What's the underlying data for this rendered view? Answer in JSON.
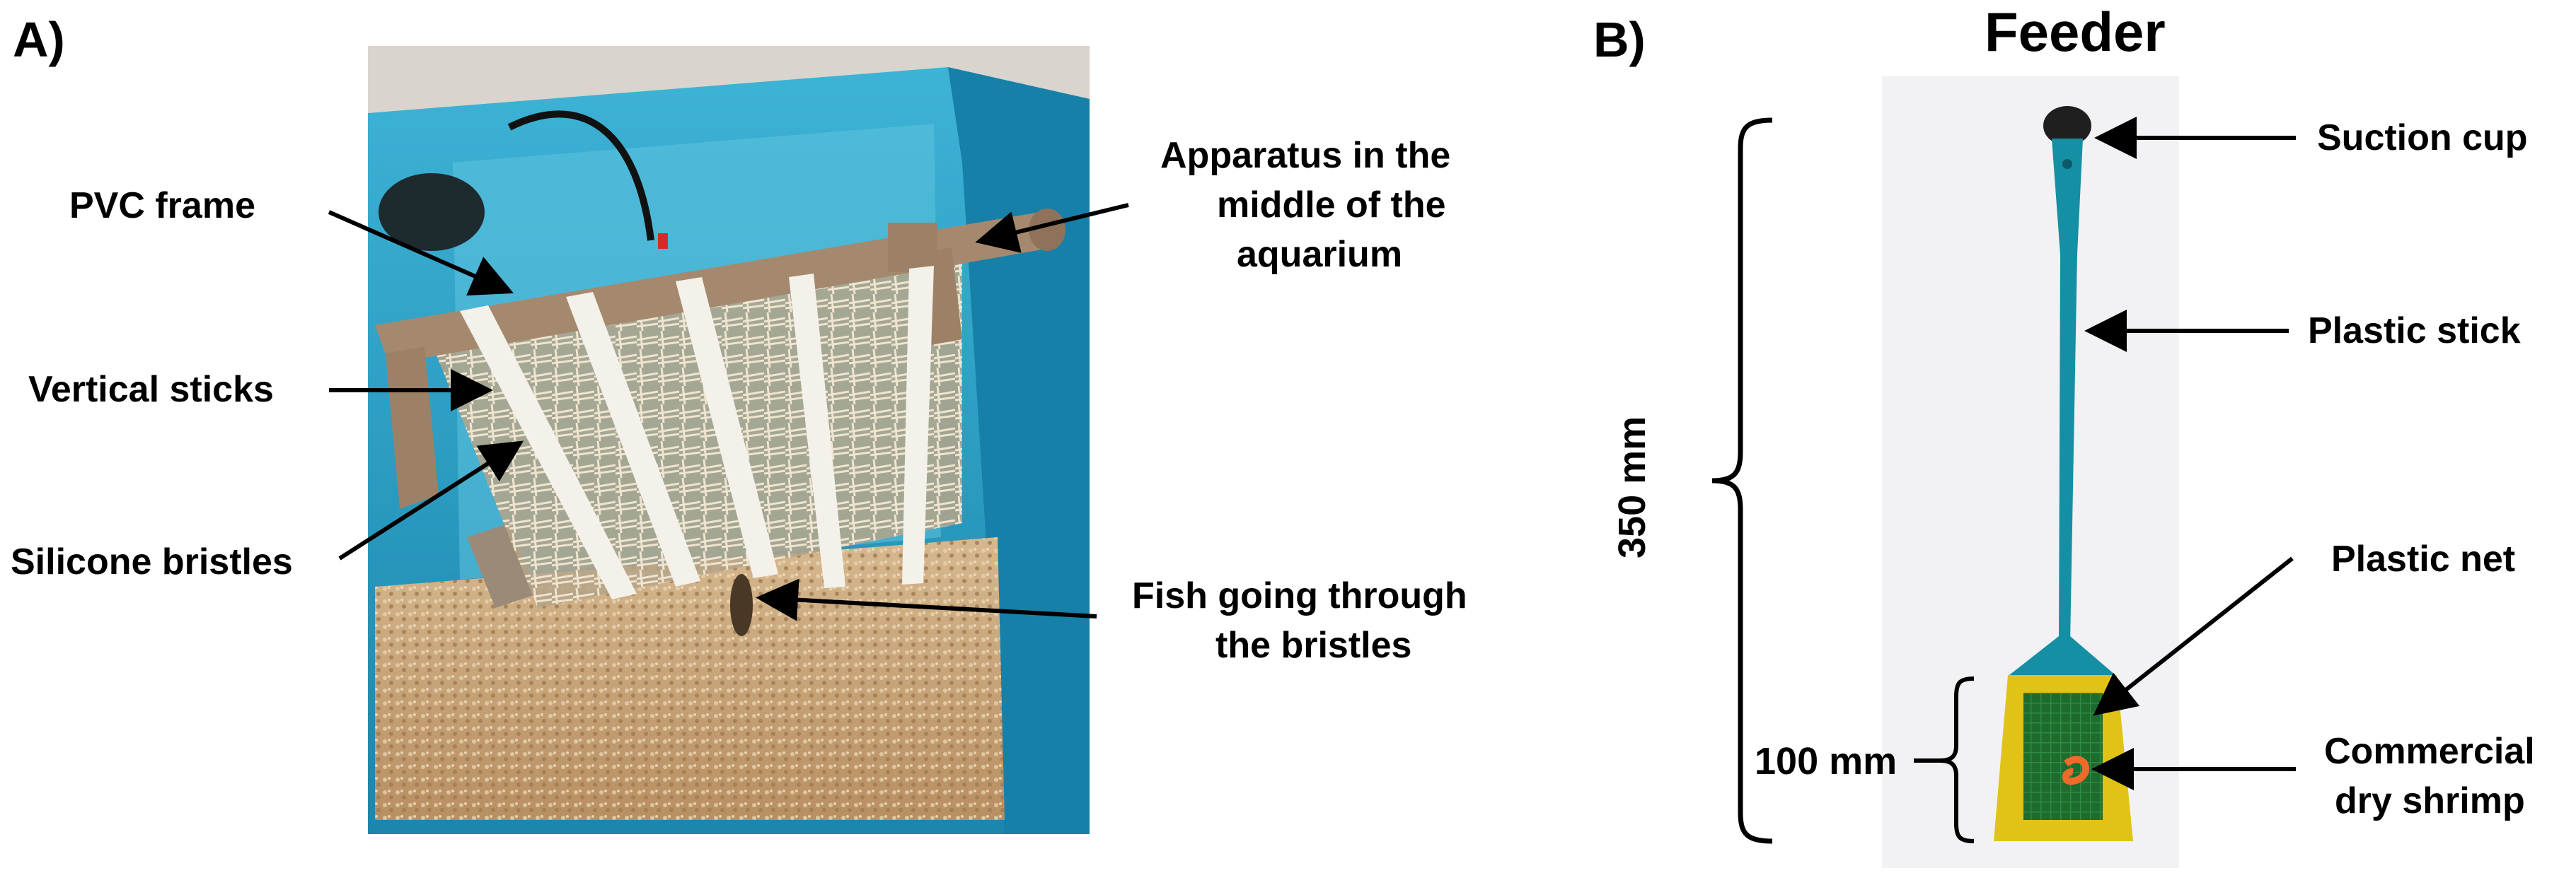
{
  "panels": {
    "a": {
      "label": "A)",
      "callouts": {
        "pvc_frame": "PVC frame",
        "vertical_sticks": "Vertical sticks",
        "silicone_bristles": "Silicone bristles",
        "apparatus_line1": "Apparatus in the",
        "apparatus_line2": "middle of the",
        "apparatus_line3": "aquarium",
        "fish_line1": "Fish going through",
        "fish_line2": "the bristles"
      }
    },
    "b": {
      "label": "B)",
      "title": "Feeder",
      "callouts": {
        "suction_cup": "Suction cup",
        "plastic_stick": "Plastic stick",
        "plastic_net": "Plastic net",
        "shrimp_line1": "Commercial",
        "shrimp_line2": "dry shrimp"
      },
      "dimensions": {
        "total_length": "350 mm",
        "head_length": "100 mm"
      }
    }
  },
  "colors": {
    "aquarium_blue": "#1f9ec8",
    "pvc_brown": "#a5896f",
    "gravel": "#c9a77e",
    "feeder_teal": "#158fa3",
    "feeder_yellow": "#e1c317",
    "net_green": "#1d6b2d",
    "shrimp_orange": "#ef6a2b"
  }
}
